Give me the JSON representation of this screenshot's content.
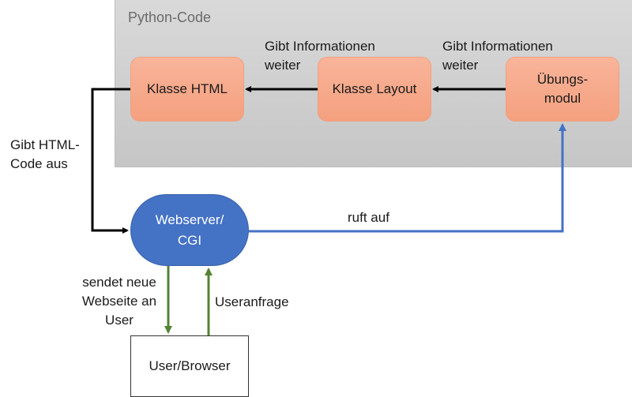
{
  "panel": {
    "title": "Python-Code"
  },
  "nodes": {
    "klasse_html": "Klasse HTML",
    "klasse_layout": "Klasse Layout",
    "uebungsmodul": "Übungs-\nmodul",
    "webserver": "Webserver/\nCGI",
    "user_browser": "User/Browser"
  },
  "edges": {
    "layout_to_html": "Gibt Informationen\nweiter",
    "modul_to_layout": "Gibt Informationen\nweiter",
    "html_to_server": "Gibt HTML-\nCode aus",
    "server_to_modul": "ruft auf",
    "server_to_user": "sendet neue\nWebseite an\nUser",
    "user_to_server": "Useranfrage"
  },
  "colors": {
    "black_arrow": "#000000",
    "blue_arrow": "#4472c4",
    "green_arrow": "#548235",
    "class_fill": "#f4a07e",
    "server_fill": "#4472c4"
  }
}
